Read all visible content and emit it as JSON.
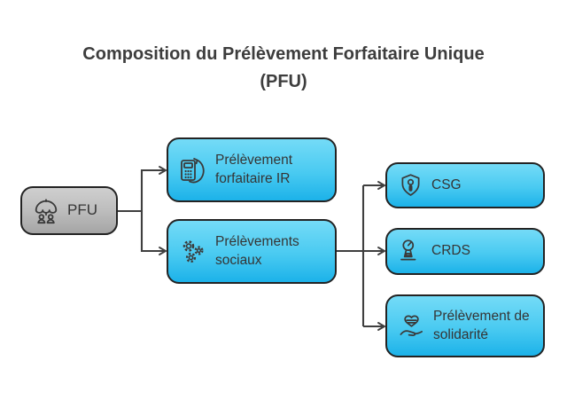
{
  "title": {
    "line1": "Composition du Prélèvement Forfaitaire Unique",
    "line2": "(PFU)"
  },
  "nodes": {
    "pfu": {
      "label": "PFU",
      "icon": "umbrella-people-icon"
    },
    "ir": {
      "label": "Prélèvement forfaitaire IR",
      "icon": "calculator-refresh-icon"
    },
    "sociaux": {
      "label": "Prélèvements sociaux",
      "icon": "gears-icon"
    },
    "csg": {
      "label": "CSG",
      "icon": "shield-person-icon"
    },
    "crds": {
      "label": "CRDS",
      "icon": "meter-stamp-icon"
    },
    "solidarite": {
      "label": "Prélèvement de solidarité",
      "icon": "hand-heart-icon"
    }
  },
  "edges": [
    {
      "from": "pfu",
      "to": "ir"
    },
    {
      "from": "pfu",
      "to": "sociaux"
    },
    {
      "from": "sociaux",
      "to": "csg"
    },
    {
      "from": "sociaux",
      "to": "crds"
    },
    {
      "from": "sociaux",
      "to": "solidarite"
    }
  ],
  "colors": {
    "accent_top": "#74dbf7",
    "accent_bottom": "#1cb2e9",
    "root_top": "#cfcfcf",
    "root_bottom": "#a5a5a5",
    "border": "#232323",
    "connector": "#3f3f3f"
  }
}
